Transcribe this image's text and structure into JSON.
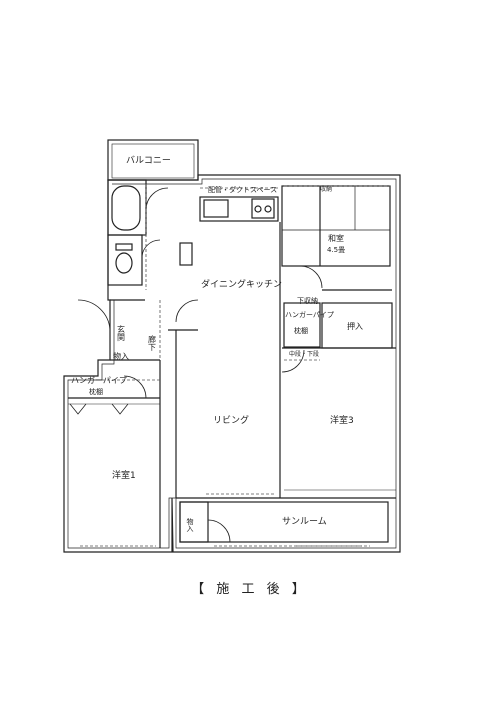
{
  "rooms": {
    "balcony": "バルコニー",
    "duct": "配管・ダクトスペース",
    "closet_top": "収納",
    "washitsu": "和室",
    "washitsu_size": "4.5畳",
    "dining_kitchen": "ダイニングキッチン",
    "small_storage": "下収納",
    "hanger_right": "ハンガーパイプ",
    "shelf_right": "枕棚",
    "oshiire": "押入",
    "lower_storage": "中段・下段",
    "genkan": "玄関",
    "rouka": "廊下",
    "storage_left": "物入",
    "hanger_left": "ハンガーパイプ",
    "shelf_left": "枕棚",
    "living": "リビング",
    "youshitsu3": "洋室3",
    "youshitsu1": "洋室1",
    "storage_bottom": "物入",
    "sunroom": "サンルーム"
  },
  "caption": "【 施 工 後 】",
  "colors": {
    "line": "#222222",
    "wall": "#555555",
    "thin": "#777777",
    "background": "#ffffff"
  }
}
